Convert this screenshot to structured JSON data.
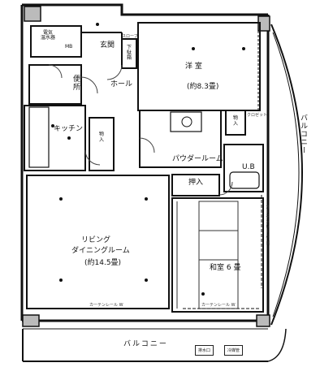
{
  "rooms": {
    "water_heater": "電気\n温水器",
    "mb": "MB",
    "entrance": "玄関",
    "shoe_cabinet": "下\n駄\n箱",
    "hall": "ホール",
    "toilet": "便所",
    "western_room": "洋 室",
    "western_room_size": "(約8.3畳)",
    "kitchen": "キッチン",
    "storage1": "物\n入",
    "powder_room": "パウダールーム",
    "storage2": "物\n入",
    "ub": "U.B",
    "oshiire": "押入",
    "living_line1": "リビング",
    "living_line2": "ダイニングルーム",
    "living_size": "(約14.5畳)",
    "japanese_room": "和室 6 畳",
    "balcony_right": "バルコニー",
    "balcony_bottom": "バルコニー"
  },
  "annotations": {
    "slope": "スロープ",
    "curtain_rail_living": "カーテンレール W",
    "curtain_rail_japanese": "カーテンレール W",
    "curtain_rail_vertical": "カーテンレール W",
    "closet_small": "クロゼット",
    "badge_left": "排水口",
    "badge_right": "冷媒管"
  }
}
